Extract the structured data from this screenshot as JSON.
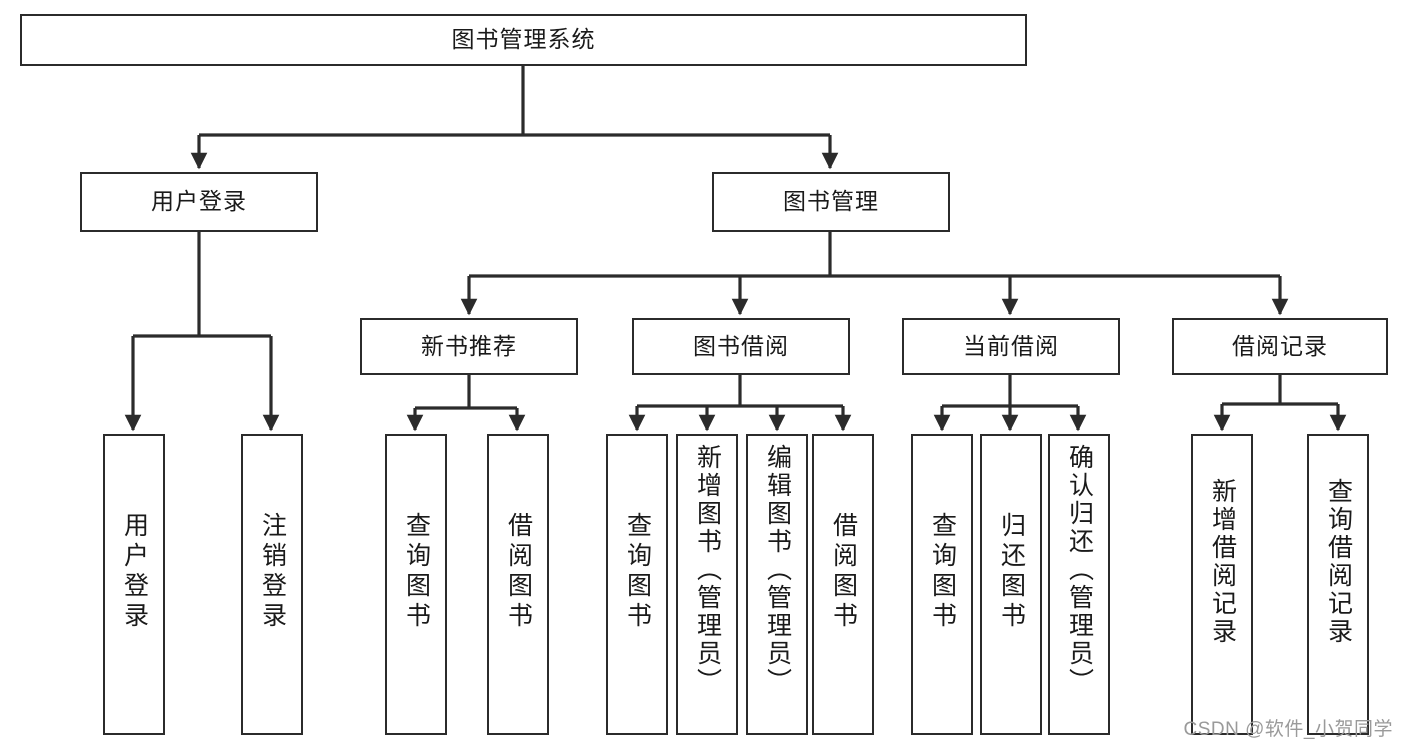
{
  "diagram": {
    "title_text": "图书管理系统",
    "type": "tree-hierarchy",
    "orientation": "top-down",
    "line_color": "#2b2b2b",
    "box_fill": "#ffffff",
    "text_color": "#1a1a1a",
    "watermark": "CSDN @软件_小贺同学",
    "root": {
      "id": "root",
      "label": "图书管理系统"
    },
    "level2": [
      {
        "id": "user-login",
        "label": "用户登录"
      },
      {
        "id": "book-manage",
        "label": "图书管理"
      }
    ],
    "level3": [
      {
        "id": "new-book-recommend",
        "label": "新书推荐",
        "parent": "book-manage"
      },
      {
        "id": "book-borrow",
        "label": "图书借阅",
        "parent": "book-manage"
      },
      {
        "id": "current-borrow",
        "label": "当前借阅",
        "parent": "book-manage"
      },
      {
        "id": "borrow-record",
        "label": "借阅记录",
        "parent": "book-manage"
      }
    ],
    "leaves": [
      {
        "id": "leaf-user-login",
        "label": "用户登录",
        "parent": "user-login"
      },
      {
        "id": "leaf-logout",
        "label": "注销登录",
        "parent": "user-login"
      },
      {
        "id": "leaf-query-book-1",
        "label": "查询图书",
        "parent": "new-book-recommend"
      },
      {
        "id": "leaf-borrow-book-1",
        "label": "借阅图书",
        "parent": "new-book-recommend"
      },
      {
        "id": "leaf-query-book-2",
        "label": "查询图书",
        "parent": "book-borrow"
      },
      {
        "id": "leaf-add-book",
        "label": "新增图书（管理员）",
        "parent": "book-borrow"
      },
      {
        "id": "leaf-edit-book",
        "label": "编辑图书（管理员）",
        "parent": "book-borrow"
      },
      {
        "id": "leaf-borrow-book-2",
        "label": "借阅图书",
        "parent": "book-borrow"
      },
      {
        "id": "leaf-query-book-3",
        "label": "查询图书",
        "parent": "current-borrow"
      },
      {
        "id": "leaf-return-book",
        "label": "归还图书",
        "parent": "current-borrow"
      },
      {
        "id": "leaf-confirm-return",
        "label": "确认归还（管理员）",
        "parent": "current-borrow"
      },
      {
        "id": "leaf-add-record",
        "label": "新增借阅记录",
        "parent": "borrow-record"
      },
      {
        "id": "leaf-query-record",
        "label": "查询借阅记录",
        "parent": "borrow-record"
      }
    ]
  }
}
